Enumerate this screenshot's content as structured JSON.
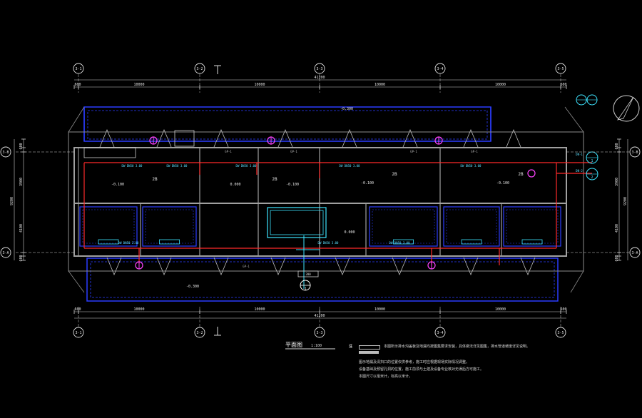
{
  "colors": {
    "background": "#000000",
    "wall": "#8c8c8c",
    "outline_blue": "#2b3cff",
    "pipe_red": "#ff2a2a",
    "cyan": "#3ee4ff",
    "magenta": "#ff44ff",
    "dim_line": "#cfcfcf"
  },
  "axes_top": [
    "3-1",
    "3-2",
    "3-3",
    "3-4",
    "3-5"
  ],
  "axes_bottom": [
    "3-1",
    "3-2",
    "3-3",
    "3-4",
    "3-5"
  ],
  "axes_left": [
    "3-B",
    "3-A"
  ],
  "axes_right": [
    "3-B",
    "3-A"
  ],
  "dims_top": {
    "left_edge": "600",
    "bays": [
      "10000",
      "10000",
      "10000",
      "10000"
    ],
    "right_edge": "600",
    "total": "41200"
  },
  "dims_bottom": {
    "left_edge": "600",
    "bays": [
      "10000",
      "10000",
      "10000",
      "10000"
    ],
    "right_edge": "600",
    "total": "41200"
  },
  "dims_left": {
    "total": "9200",
    "upper": "3900",
    "lower": "4100",
    "edge_top": "600",
    "edge_bottom": "600"
  },
  "dims_right": {
    "total": "9200",
    "upper": "3900",
    "lower": "4100",
    "edge_top": "600",
    "edge_bottom": "600"
  },
  "elevations": {
    "top_outside": "-0.300",
    "bottom_outside": "-0.300",
    "room1": "-0.100",
    "room2": "0.000",
    "room3": "-0.100",
    "room4": "-0.100",
    "room5": "-0.100",
    "pool": "0.000"
  },
  "room_marks": [
    "2B",
    "2B",
    "2B",
    "2B"
  ],
  "pipe_tags": [
    "DW DN50 3.00",
    "DW DN50 3.00",
    "DW DN50 3.00",
    "DW DN50 3.00",
    "DW DN50 3.00",
    "DW DN50 3.00",
    "DW DN50 3.00",
    "DW DN50 3.00"
  ],
  "riser_tags": [
    "DN-1",
    "DN-2"
  ],
  "riser_circles": [
    "1",
    "2"
  ],
  "pool_circle": "1",
  "small_tags": [
    "GP-1",
    "GP-1",
    "GP-1",
    "GP-1",
    "GP-1"
  ],
  "marker_plate": "200",
  "drawing_title": "平面图",
  "drawing_scale": "1:100",
  "notes_header": "注",
  "notes": [
    "本图所示排水沟盖板及地漏均按图集要求安装，具体做法详见图集，排水管道坡度详见说明。",
    "图示地漏及清扫口的位置仅供参考，施工时应根据现场实际情况调整。",
    "设备基础及预留孔洞的位置，施工前须与土建及设备专业核对无误后方可施工。",
    "本图尺寸以毫米计，标高以米计。"
  ]
}
